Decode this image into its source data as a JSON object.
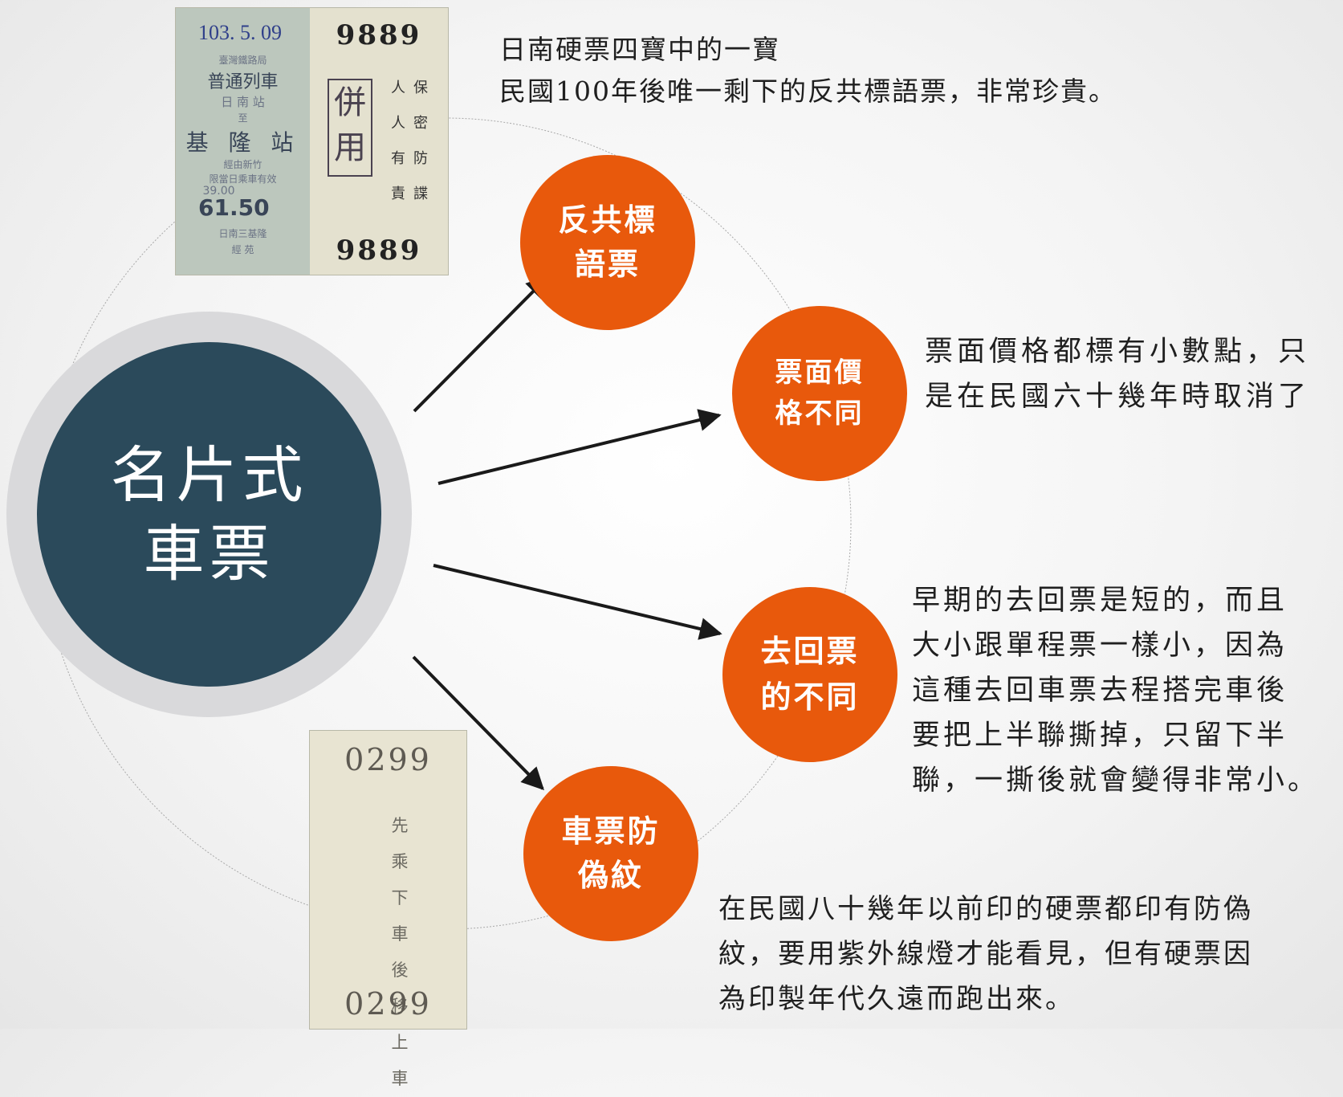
{
  "center": {
    "line1": "名片式",
    "line2": "車票"
  },
  "nodes": [
    {
      "line1": "反共標",
      "line2": "語票"
    },
    {
      "line1": "票面價",
      "line2": "格不同"
    },
    {
      "line1": "去回票",
      "line2": "的不同"
    },
    {
      "line1": "車票防",
      "line2": "偽紋"
    }
  ],
  "descriptions": {
    "anti_communist": [
      "日南硬票四寶中的一寶",
      "民國100年後唯一剩下的反共標語票，非常珍貴。"
    ],
    "price": [
      "票面價格都標有小數點，只",
      "是在民國六十幾年時取消了"
    ],
    "round_trip": [
      "早期的去回票是短的，而且",
      "大小跟單程票一樣小，因為",
      "這種去回車票去程搭完車後",
      "要把上半聯撕掉，只留下半",
      "聯，一撕後就會變得非常小。"
    ],
    "anti_counterfeit": [
      "在民國八十幾年以前印的硬票都印有防偽",
      "紋，要用紫外線燈才能看見，但有硬票因",
      "為印製年代久遠而跑出來。"
    ]
  },
  "ticket_1": {
    "date": "103. 5. 09",
    "issuer": "臺灣鐵路局",
    "train_type": "普通列車",
    "from_station": "日 南 站",
    "to_marker": "至",
    "to_station": "基 隆 站",
    "note_1": "經由新竹",
    "note_2": "限當日乘車有效",
    "price_old": "39.00",
    "price": "61.50",
    "route": "日南三基隆",
    "route_2": "經 苑",
    "number_top": "9889",
    "number_bottom": "9889",
    "stamp": [
      "併",
      "用"
    ],
    "slogan_col1": [
      "人",
      "人",
      "有",
      "責"
    ],
    "slogan_col2": [
      "保",
      "密",
      "防",
      "諜"
    ]
  },
  "ticket_2": {
    "number_top": "0299",
    "number_bottom": "0299",
    "vertical_text": [
      "先乘",
      "下車",
      "後移",
      "上車"
    ]
  },
  "colors": {
    "center_core": "#2b4a5b",
    "center_ring": "#d9d9db",
    "node": "#e8590c",
    "arrow": "#1a1a1a"
  }
}
